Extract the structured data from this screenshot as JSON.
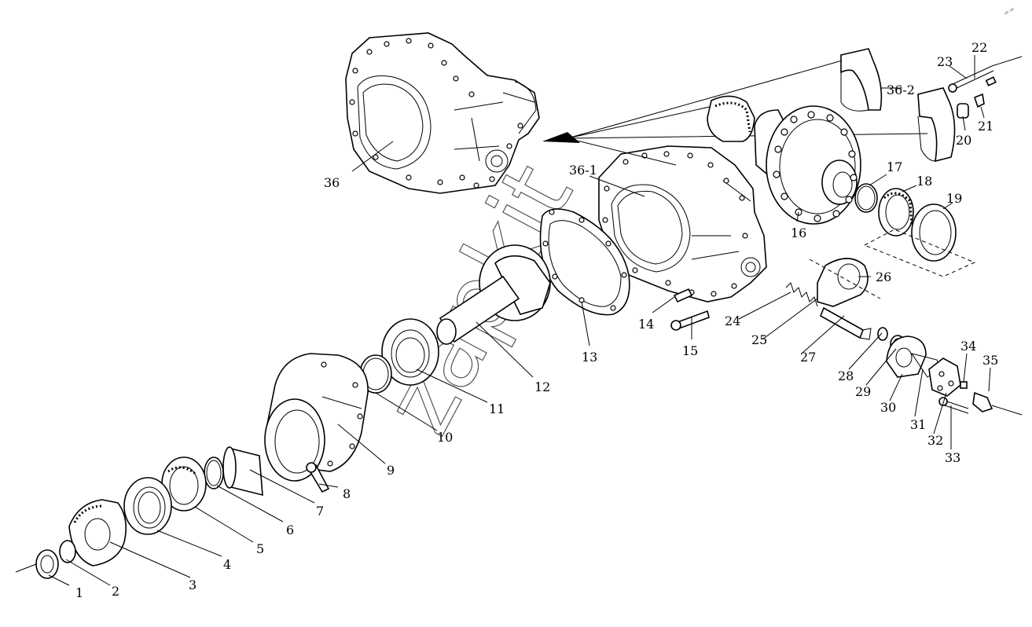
{
  "watermark": "zapkit",
  "corner_mark": "ᵃᵇ ᵃᵇ",
  "callouts": [
    "1",
    "2",
    "3",
    "4",
    "5",
    "6",
    "7",
    "8",
    "9",
    "10",
    "11",
    "12",
    "13",
    "14",
    "15",
    "16",
    "17",
    "18",
    "19",
    "20",
    "21",
    "22",
    "23",
    "24",
    "25",
    "26",
    "27",
    "28",
    "29",
    "30",
    "31",
    "32",
    "33",
    "34",
    "35",
    "36",
    "36-1",
    "36-2"
  ]
}
